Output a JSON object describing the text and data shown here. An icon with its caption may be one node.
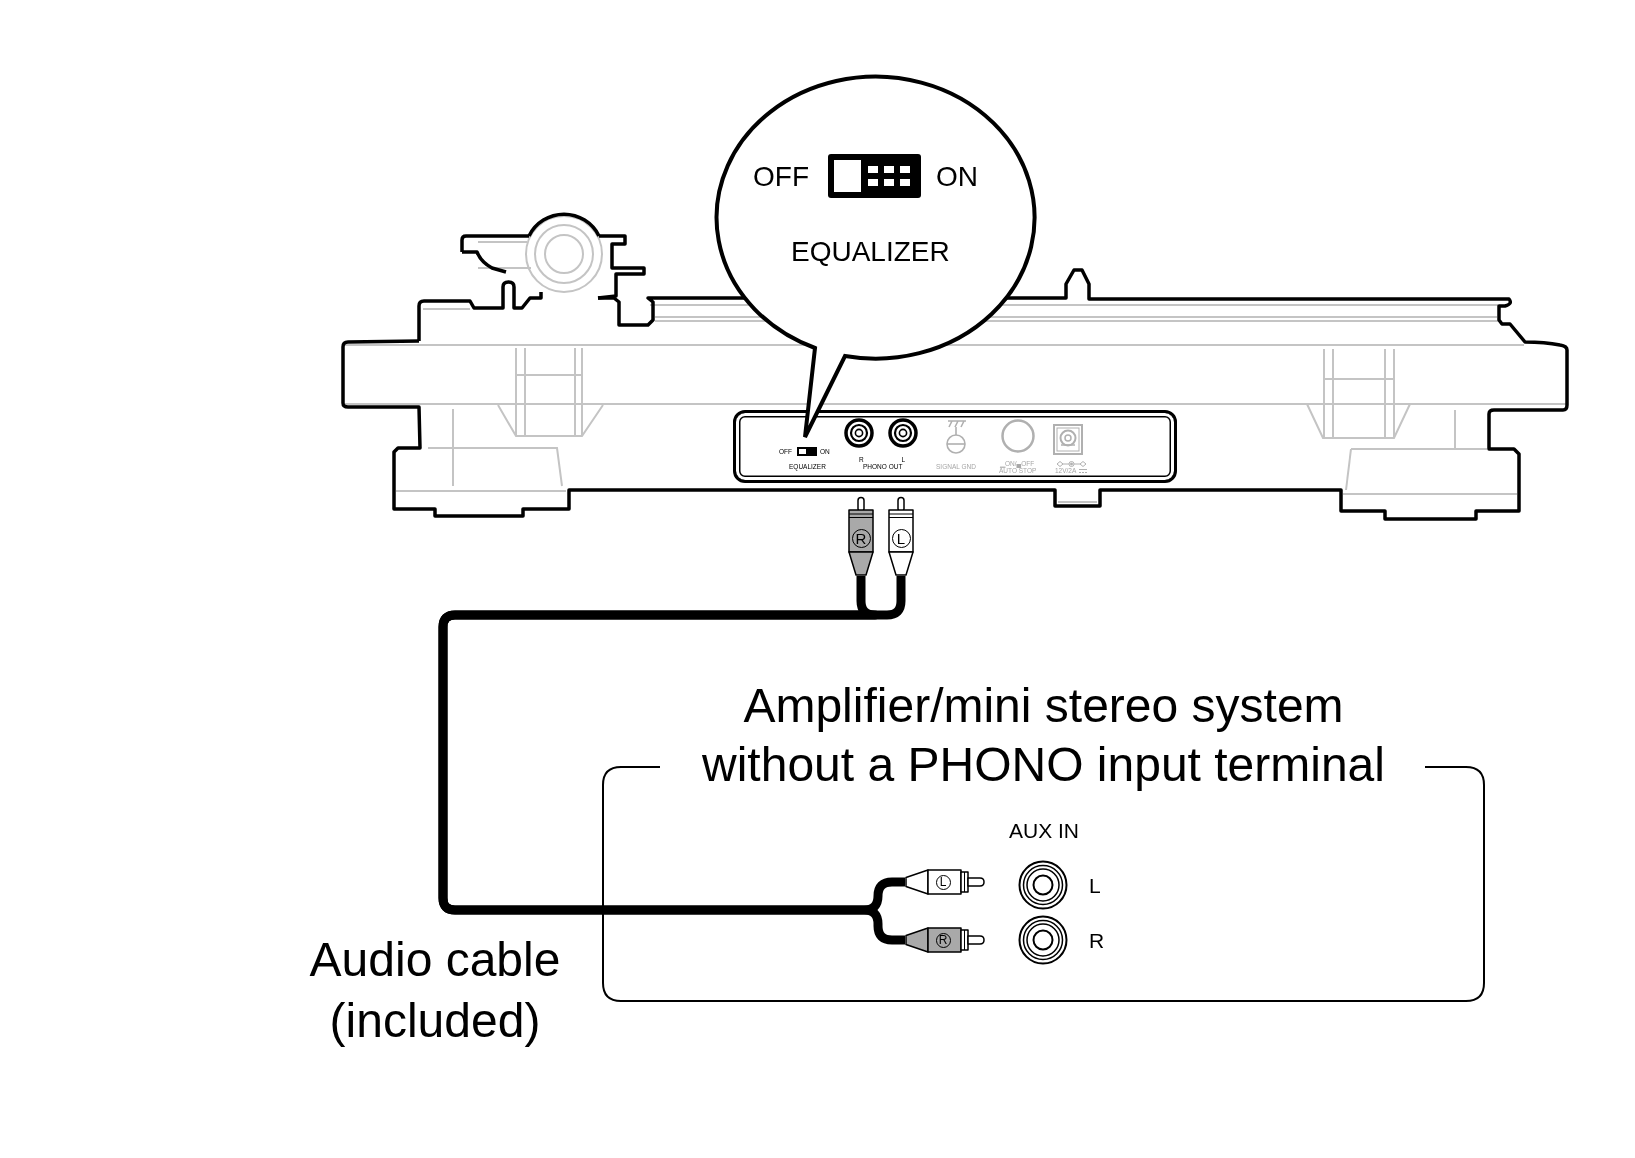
{
  "diagram": {
    "nodes": [
      {
        "text": [
          "OFF",
          "ON",
          "EQUALIZER"
        ]
      },
      {
        "text": [
          "OFF",
          "ON",
          "EQUALIZER",
          "R",
          "L",
          "PHONO OUT",
          "SIGNAL GND",
          "▁ON/▄OFF",
          "AUTO STOP",
          "12V/2A"
        ]
      },
      {
        "text": [
          "R"
        ]
      },
      {
        "text": [
          "L"
        ]
      },
      {
        "text": [
          "Amplifier/mini stereo system without a PHONO input terminal"
        ]
      },
      {
        "text": [
          "L"
        ],
        "in": 4
      },
      {
        "text": [
          "R"
        ],
        "in": 4
      }
    ],
    "edges": [
      {
        "from": 2,
        "to": 6,
        "arrow": "none"
      },
      {
        "from": 3,
        "to": 5,
        "arrow": "none"
      }
    ],
    "labels": [
      "AUX IN",
      "L",
      "R",
      "Audio cable (included)"
    ]
  }
}
